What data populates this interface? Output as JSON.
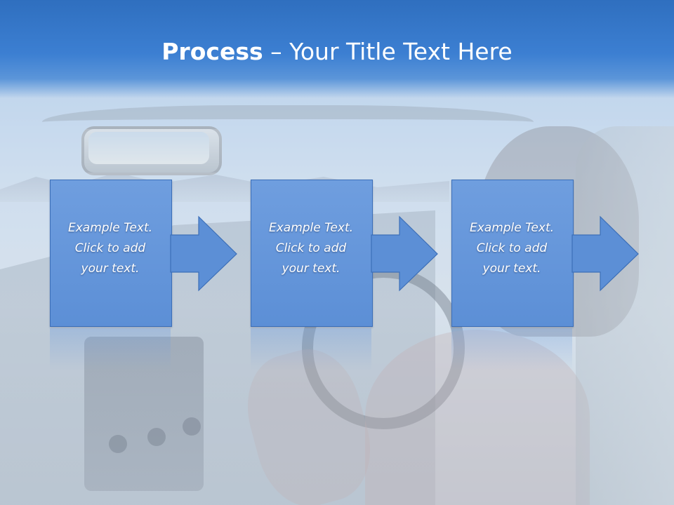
{
  "slide": {
    "title_bold": "Process",
    "title_rest": " – Your Title Text Here"
  },
  "steps": [
    {
      "text": "Example Text.\nClick  to add\nyour text."
    },
    {
      "text": "Example Text.\nClick  to add\nyour text."
    },
    {
      "text": "Example Text.\nClick  to add\nyour text."
    }
  ],
  "colors": {
    "title_band": "#3c7fd2",
    "step_fill": "#5c8fd6",
    "step_border": "#3c6fb8",
    "text": "#ffffff"
  },
  "icons": [
    "right-arrow-icon"
  ]
}
